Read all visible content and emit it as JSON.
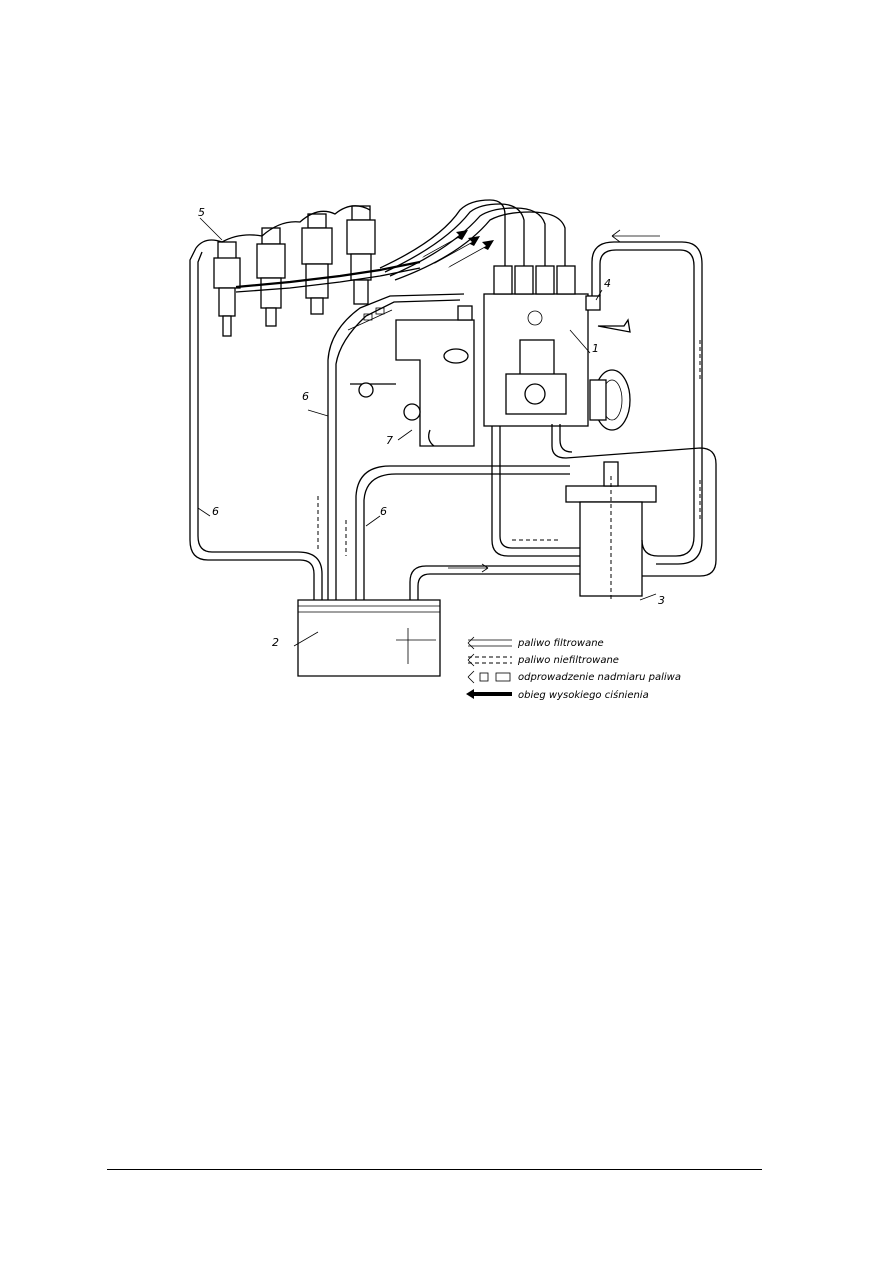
{
  "callouts": {
    "c1": "1",
    "c2": "2",
    "c3": "3",
    "c4": "4",
    "c5": "5",
    "c6a": "6",
    "c6b": "6",
    "c6c": "6",
    "c7": "7"
  },
  "legend": {
    "items": [
      {
        "label": "paliwo filtrowane",
        "style": "double-line"
      },
      {
        "label": "paliwo niefiltrowane",
        "style": "dashed-double"
      },
      {
        "label": "odprowadzenie nadmiaru paliwa",
        "style": "box-dashed"
      },
      {
        "label": "obieg wysokiego ciśnienia",
        "style": "solid-arrow"
      }
    ]
  }
}
